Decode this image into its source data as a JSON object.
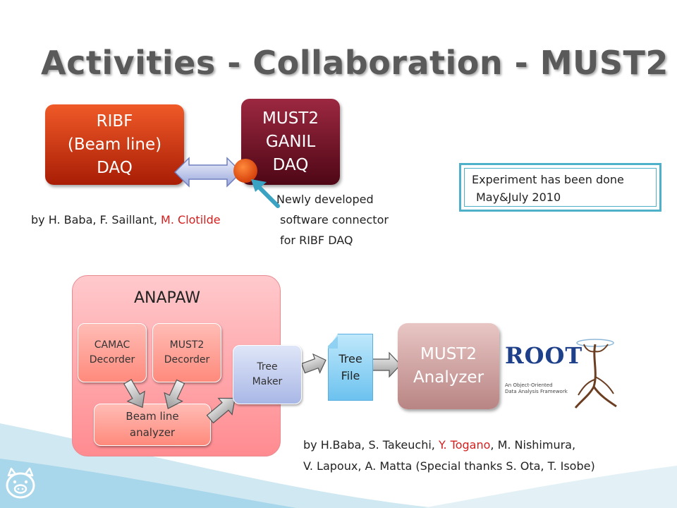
{
  "title": "Activities - Collaboration - MUST2",
  "ribf": {
    "lines": [
      "RIBF",
      "(Beam line)",
      "DAQ"
    ]
  },
  "must2_daq": {
    "lines": [
      "MUST2",
      "GANIL",
      "DAQ"
    ]
  },
  "connector_note": {
    "lines": [
      "Newly developed",
      "software connector",
      "for RIBF DAQ"
    ]
  },
  "credits_top": {
    "names": "by H. Baba, F. Saillant, ",
    "highlight": "M. Clotilde"
  },
  "experiment_note": {
    "lines": [
      "Experiment has been done",
      "May&July 2010"
    ]
  },
  "anapaw": {
    "label": "ANAPAW",
    "camac": [
      "CAMAC",
      "Decorder"
    ],
    "must2_decoder": [
      "MUST2",
      "Decorder"
    ],
    "beamline": [
      "Beam line",
      "analyzer"
    ],
    "tree_maker": [
      "Tree",
      "Maker"
    ]
  },
  "tree_file": [
    "Tree",
    "File"
  ],
  "must2_analyzer": [
    "MUST2",
    "Analyzer"
  ],
  "root_logo": {
    "word": "ROOT",
    "tagline": [
      "An Object-Oriented",
      "Data Analysis Framework"
    ]
  },
  "credits_bottom": {
    "line1_a": "by H.Baba, S. Takeuchi, ",
    "line1_red": "Y. Togano",
    "line1_b": ",  M. Nishimura,",
    "line2": "V. Lapoux, A. Matta (Special thanks S. Ota, T. Isobe)"
  },
  "colors": {
    "ribf": "#d43a12",
    "must2_daq": "#7a1428",
    "anapaw": "#ff9ca0",
    "tree_maker": "#b6c2ea",
    "tree_file": "#7cc8f0",
    "analyzer": "#c99a99",
    "highlight": "#d41e1e",
    "frame": "#4fb1c9"
  },
  "icons": [
    "double-arrow-icon",
    "connector-dot-icon",
    "pointer-arrow-icon",
    "block-arrow-icon",
    "pig-icon",
    "root-figure-icon"
  ]
}
